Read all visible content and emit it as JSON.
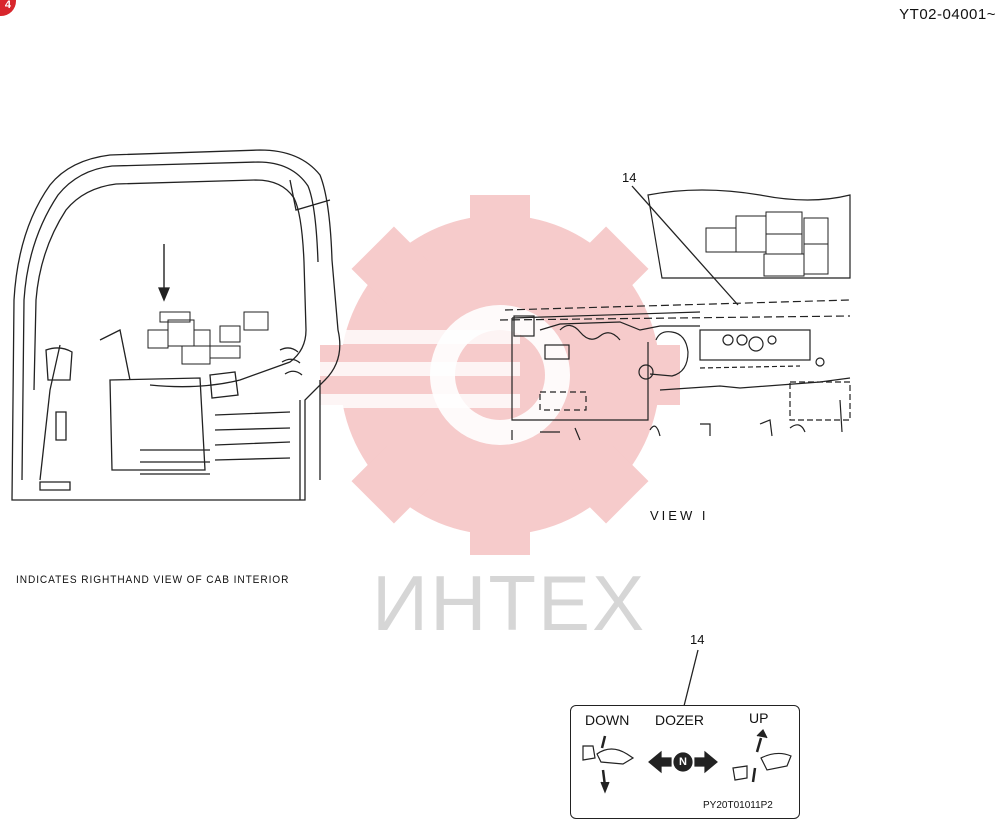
{
  "header": {
    "page_badge": "4",
    "document_code": "YT02-04001~"
  },
  "watermark": {
    "text": "ИНТЕХ",
    "color": "#f4b8b8"
  },
  "cab_view": {
    "caption": "INDICATES RIGHTHAND VIEW OF CAB INTERIOR"
  },
  "view_1": {
    "label": "VIEW I",
    "callout": "14"
  },
  "decal": {
    "callout": "14",
    "down_label": "DOWN",
    "dozer_label": "DOZER",
    "up_label": "UP",
    "neutral_label": "N",
    "part_code": "PY20T01011P2"
  }
}
